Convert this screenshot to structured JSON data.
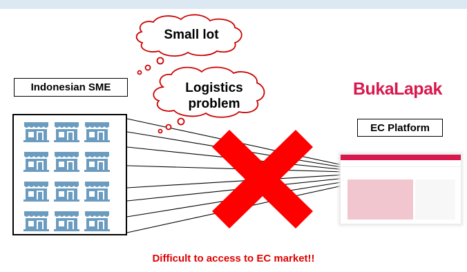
{
  "clouds": {
    "small_lot": "Small lot",
    "logistics_line1": "Logistics",
    "logistics_line2": "problem"
  },
  "labels": {
    "sme": "Indonesian SME",
    "ec_platform": "EC Platform"
  },
  "logo": {
    "text": "BukaLapak",
    "color": "#d8184c"
  },
  "shop_count": 12,
  "caption": {
    "text": "Difficult to access to EC market!!",
    "color": "#e00000"
  },
  "colors": {
    "shop": "#6b9cc0",
    "cross": "#ff0000",
    "background_bar": "#dde9f2"
  }
}
